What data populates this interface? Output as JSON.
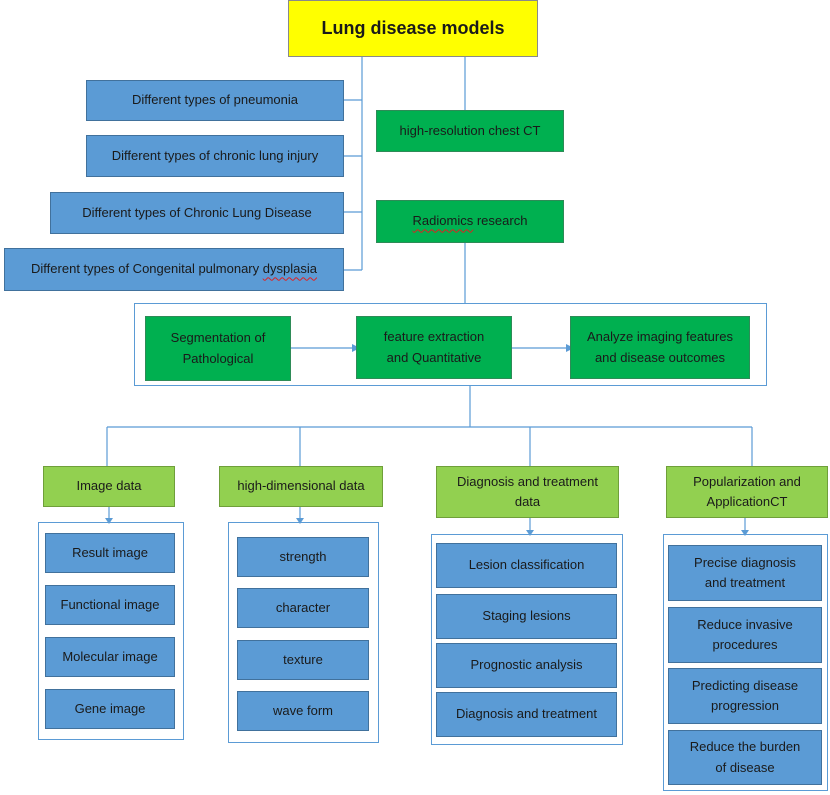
{
  "title": "Lung disease models",
  "left_types": [
    "Different types of pneumonia",
    "Different types of chronic lung injury",
    "Different types of Chronic Lung Disease",
    "Different types of Congenital pulmonary dysplasia"
  ],
  "center_steps": [
    "high-resolution chest CT",
    "Radiomics research"
  ],
  "process": {
    "step1": [
      "Segmentation of",
      "Pathological"
    ],
    "step2": [
      "feature extraction",
      "and Quantitative"
    ],
    "step3": [
      "Analyze imaging features",
      "and disease outcomes"
    ]
  },
  "categories": [
    {
      "label": [
        "Image data"
      ],
      "items": [
        "Result image",
        "Functional image",
        "Molecular image",
        "Gene image"
      ]
    },
    {
      "label": [
        "high-dimensional data"
      ],
      "items": [
        "strength",
        "character",
        "texture",
        "wave form"
      ]
    },
    {
      "label": [
        "Diagnosis and treatment",
        "data"
      ],
      "items": [
        "Lesion classification",
        "Staging lesions",
        "Prognostic analysis",
        "Diagnosis and treatment"
      ]
    },
    {
      "label": [
        "Popularization and",
        "ApplicationCT"
      ],
      "items": [
        [
          "Precise diagnosis",
          "and treatment"
        ],
        [
          "Reduce invasive",
          "procedures"
        ],
        [
          "Predicting disease",
          "progression"
        ],
        [
          "Reduce the burden",
          "of disease"
        ]
      ]
    }
  ],
  "colors": {
    "title_fill": "#ffff00",
    "type_fill": "#5b9bd5",
    "step_fill": "#00b050",
    "category_fill": "#92d050",
    "connector": "#5b9bd5"
  }
}
